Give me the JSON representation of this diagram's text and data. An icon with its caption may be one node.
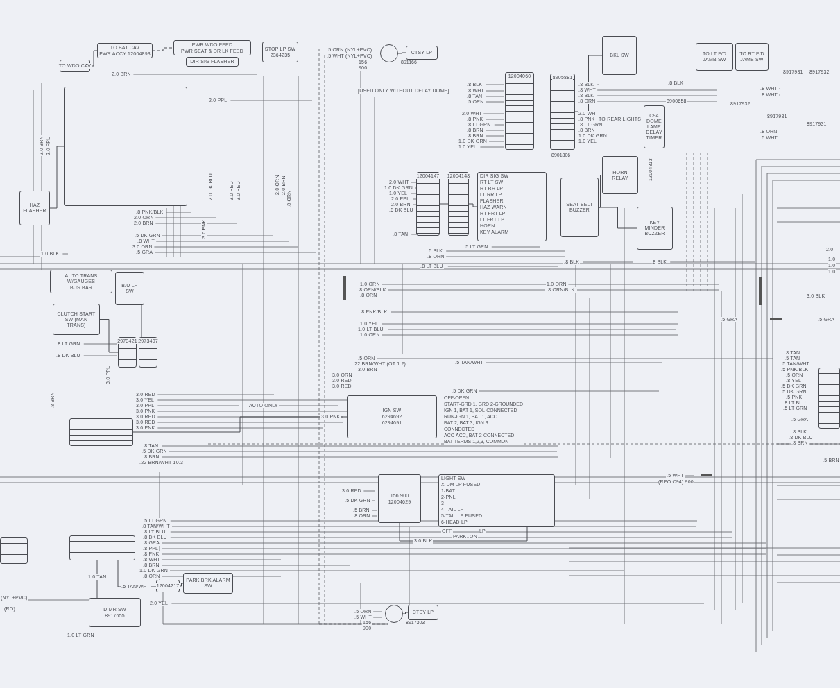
{
  "diagram": {
    "nodes": [
      {
        "text": [
          "TO WDO CAV"
        ]
      },
      {
        "text": [
          "TO BAT CAV",
          "PWR ACCY 12004893"
        ]
      },
      {
        "text": [
          "PWR WDO FEED",
          "PWR SEAT & DR LK FEED"
        ]
      },
      {
        "text": [
          "DIR SIG FLASHER"
        ]
      },
      {
        "text": [],
        "shape": "box"
      },
      {
        "text": [
          "STOP LP SW",
          "2364235"
        ]
      },
      {
        "text": [],
        "shape": "circle",
        "beside": [
          "891166"
        ]
      },
      {
        "text": [
          "CTSY LP"
        ]
      },
      {
        "text": [
          "12004060"
        ]
      },
      {
        "text": [
          "12004147"
        ]
      },
      {
        "text": [
          "12004148"
        ]
      },
      {
        "text": [
          "DIR SIG SW",
          "RT LT SW",
          "RT RR LP",
          "LT RR LP",
          "FLASHER",
          "HAZ WARN",
          "RT FRT LP",
          "LT FRT LP",
          "HORN",
          "KEY ALARM"
        ]
      },
      {
        "text": [
          "BKL SW"
        ]
      },
      {
        "text": [
          "8905881"
        ],
        "beside": [
          "8901806"
        ]
      },
      {
        "text": [
          "C94 DOME LAMP DELAY TIMER"
        ]
      },
      {
        "text": [
          "TO LT F/D JAMB SW"
        ]
      },
      {
        "text": [
          "TO RT F/D JAMB SW"
        ]
      },
      {
        "text": [
          "HORN RELAY"
        ]
      },
      {
        "text": [
          "SEAT BELT BUZZER"
        ]
      },
      {
        "text": [
          "KEY MINDER BUZZER"
        ]
      },
      {
        "text": [
          "HAZ FLASHER"
        ]
      },
      {
        "text": [
          "AUTO TRANS W/GAUGES",
          "BUS BAR"
        ]
      },
      {
        "text": [
          "B/U LP SW"
        ]
      },
      {
        "text": [
          "CLUTCH START SW (MAN TRANS)"
        ]
      },
      {
        "text": [
          "2973421"
        ]
      },
      {
        "text": [
          "2973407"
        ]
      },
      {
        "text": [],
        "shape": "box"
      },
      {
        "text": [
          "IGN SW",
          "6294692",
          "6294691"
        ],
        "beside": [
          "OFF-OPEN",
          "START-GRD 1, GRD 2-GROUNDED",
          "IGN 1, BAT 1, SOL-CONNECTED",
          "RUN-IGN 1, BAT 1, ACC",
          "BAT 2, BAT 3, IGN 3",
          "CONNECTED",
          "ACC-ACC, BAT 2-CONNECTED",
          "BAT TERMS 1,2,3, COMMON"
        ]
      },
      {
        "text": [
          "156 900",
          "12004629"
        ]
      },
      {
        "text": [
          "LIGHT SW",
          "X-DM LP FUSED",
          "1-BAT",
          "2-PNL",
          "3-",
          "4-TAIL LP",
          "5-TAIL LP FUSED",
          "6-HEAD LP"
        ]
      },
      {
        "text": [],
        "shape": "box"
      },
      {
        "text": [
          "12004217"
        ]
      },
      {
        "text": [
          "PARK BRK ALARM SW"
        ]
      },
      {
        "text": [
          "DIMR SW",
          "8917655"
        ]
      },
      {
        "text": [],
        "shape": "circle",
        "beside": [
          "8917303"
        ]
      },
      {
        "text": [
          "CTSY LP"
        ]
      },
      {
        "text": [],
        "shape": "box"
      },
      {
        "text": [],
        "shape": "box"
      }
    ],
    "edges": [
      {
        "from": 1,
        "to": 2,
        "arrow": "none",
        "style": "dashed"
      },
      {
        "from": 0,
        "to": 1,
        "arrow": "none"
      },
      {
        "from": 9,
        "to": 10,
        "arrow": "none"
      },
      {
        "from": 10,
        "to": 11,
        "arrow": "none"
      },
      {
        "from": 12,
        "to": 13,
        "arrow": "none"
      },
      {
        "from": 17,
        "to": 18,
        "arrow": "none"
      },
      {
        "from": 18,
        "to": 19,
        "arrow": "none"
      },
      {
        "from": 4,
        "to": 20,
        "arrow": "none"
      },
      {
        "from": 22,
        "to": 25,
        "arrow": "none"
      },
      {
        "from": 23,
        "to": 24,
        "arrow": "none"
      },
      {
        "from": 27,
        "to": 26,
        "arrow": "none",
        "label": "3.0 PNK"
      },
      {
        "from": 28,
        "to": 29,
        "arrow": "none",
        "label": "3.0 BLK"
      },
      {
        "from": 31,
        "to": 32,
        "arrow": "none"
      },
      {
        "from": 30,
        "to": 31,
        "arrow": "none",
        "label": ".5 TAN/WHT"
      },
      {
        "from": 33,
        "to": 30,
        "arrow": "none",
        "label": "1.0 TAN"
      },
      {
        "from": 34,
        "to": 35,
        "arrow": "none"
      },
      {
        "from": 6,
        "to": 7,
        "arrow": "none"
      }
    ],
    "labels": [
      "2.0 BRN",
      "2.0 PPL",
      "2.0 BRN",
      "2.0 PPL",
      ".8 PNK/BLK",
      "2.0 ORN",
      "2.0 BRN",
      ".5 DK GRN",
      ".8 WHT",
      "3.0 ORN",
      ".5 GRA",
      "1.0 BLK",
      "3.0 PNK",
      "2.0 DK BLU",
      "3.0 RED",
      "3.0 RED",
      "2.0 ORN",
      "2.0 BRN",
      ".8 ORN",
      ".5 ORN (NYL+PVC)",
      ".5 WHT (NYL+PVC)",
      "156",
      "900",
      ".8 BLK",
      "[USED ONLY WITHOUT DELAY DOME]",
      ".8 WHT",
      ".8 TAN",
      ".5 ORN",
      "2.0 WHT",
      ".8 PNK",
      ".8 LT GRN",
      ".8 BRN",
      ".8 BRN",
      "1.0 DK GRN",
      "1.0 YEL",
      "2.0 WHT",
      "1.0 DK GRN",
      "1.0 YEL",
      "2.0 PPL",
      "2.0 BRN",
      ".5 DK BLU",
      ".8 TAN",
      ".5 LT GRN",
      ".5 BLK",
      ".8 ORN",
      ".8 LT BLU",
      ".8 BLK",
      ".8 WHT",
      ".8 BLK",
      ".8 ORN",
      "2.0 WHT",
      ".8 PNK",
      ".8 LT GRN",
      ".8 BRN",
      "1.0 DK GRN",
      "1.0 YEL",
      "TO REAR LIGHTS",
      ".8 BLK",
      "8900658",
      "8917931",
      "8917932",
      ".8 WHT",
      ".8 WHT",
      "8917932",
      "8917931",
      "8917931",
      ".8 ORN",
      ".5 WHT",
      "12004313",
      ".8 BLK",
      ".8 BLK",
      "2.0",
      "1.0",
      "1.0",
      "1.0",
      "3.0 BLK",
      ".5 GRA",
      ".5 GRA",
      "1.0 ORN",
      ".8 ORN/BLK",
      ".8 ORN",
      "1.0 ORN",
      ".8 ORN/BLK",
      ".8 PNK/BLK",
      "1.0 YEL",
      "1.0 LT BLU",
      "1.0 ORN",
      ".8 LT GRN",
      ".8 DK BLU",
      ".8 BRN",
      "3.0 PPL",
      ".5 ORN",
      ".22 BRN/WHT (OT 1.2)",
      "3.0 BRN",
      "3.0 ORN",
      "3.0 RED",
      "3.0 RED",
      ".5 TAN/WHT",
      ".5 DK GRN",
      "3.0 RED",
      "3.0 YEL",
      "3.0 PPL",
      "AUTO ONLY",
      "3.0 PNK",
      "3.0 RED",
      "3.0 RED",
      "3.0 PNK",
      ".8 TAN",
      ".5 DK GRN",
      ".8 BRN",
      ".22 BRN/WHT 10.3",
      ".8 TAN",
      ".5 TAN",
      ".5 TAN/WHT",
      ".5 PNK/BLK",
      ".5 ORN",
      ".8 YEL",
      ".5 DK GRN",
      ".5 DK GRN",
      ".5 PNK",
      ".8 LT BLU",
      ".5 LT GRN",
      ".5 GRA",
      ".8 BLK",
      ".8 DK BLU",
      ".8 BRN",
      ".5 BRN",
      ".5 WHT",
      "(RPO C94) 900",
      "3.0 RED",
      ".5 DK GRN",
      ".5 BRN",
      ".8 ORN",
      ".5 LT GRN",
      ".8 TAN/WHT",
      ".8 LT BLU",
      ".8 DK BLU",
      ".8 GRA",
      ".8 PPL",
      ".8 PNK",
      ".8 WHT",
      ".8 BRN",
      "1.0 DK GRN",
      ".8 ORN",
      "2.0 YEL",
      "1.0 LT GRN",
      ".5 ORN",
      ".5 WHT",
      "156",
      "900",
      "(NYL+PVC)",
      "(RO)",
      "OFF",
      "PARK",
      "ON",
      "LP"
    ]
  }
}
